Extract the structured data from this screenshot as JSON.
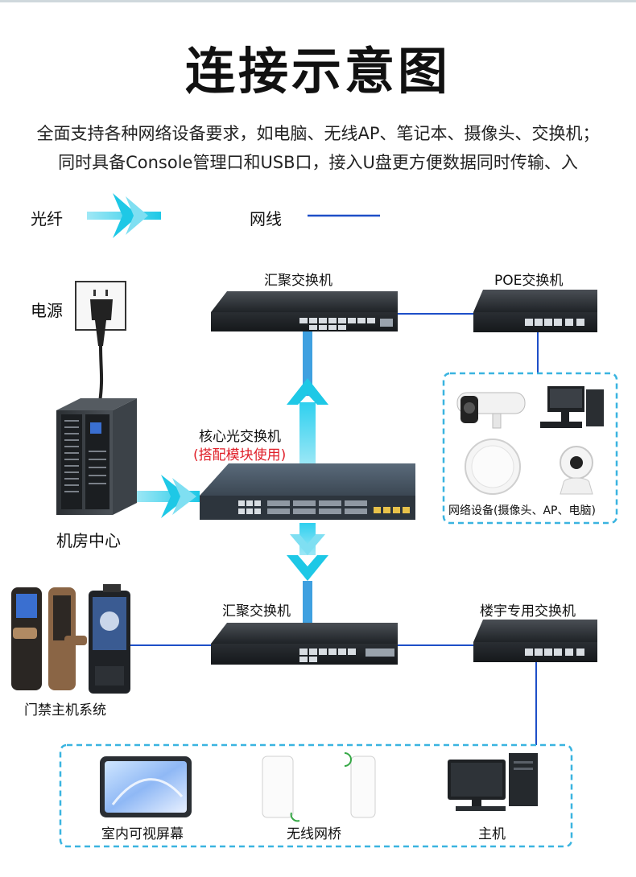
{
  "title": "连接示意图",
  "description": {
    "line1": "全面支持各种网络设备要求，如电脑、无线AP、笔记本、摄像头、交换机；",
    "line2": "同时具备Console管理口和USB口，接入U盘更方便数据同时传输、入"
  },
  "legend": {
    "fiber": "光纤",
    "ethernet": "网线"
  },
  "nodes": {
    "power": "电源",
    "datacenter": "机房中心",
    "aggregation_top": "汇聚交换机",
    "poe_switch": "POE交换机",
    "core_switch": "核心光交换机",
    "core_note": "(搭配模块使用)",
    "network_devices": "网络设备(摄像头、AP、电脑)",
    "aggregation_bottom": "汇聚交换机",
    "building_switch": "楼宇专用交换机",
    "access_control": "门禁主机系统",
    "indoor_display": "室内可视屏幕",
    "wireless_bridge": "无线网桥",
    "host": "主机"
  },
  "colors": {
    "fiber": "#1ec8e6",
    "ethernet": "#1e4fc8",
    "dashed_box": "#3ab4e0",
    "alert": "#e0202a"
  }
}
